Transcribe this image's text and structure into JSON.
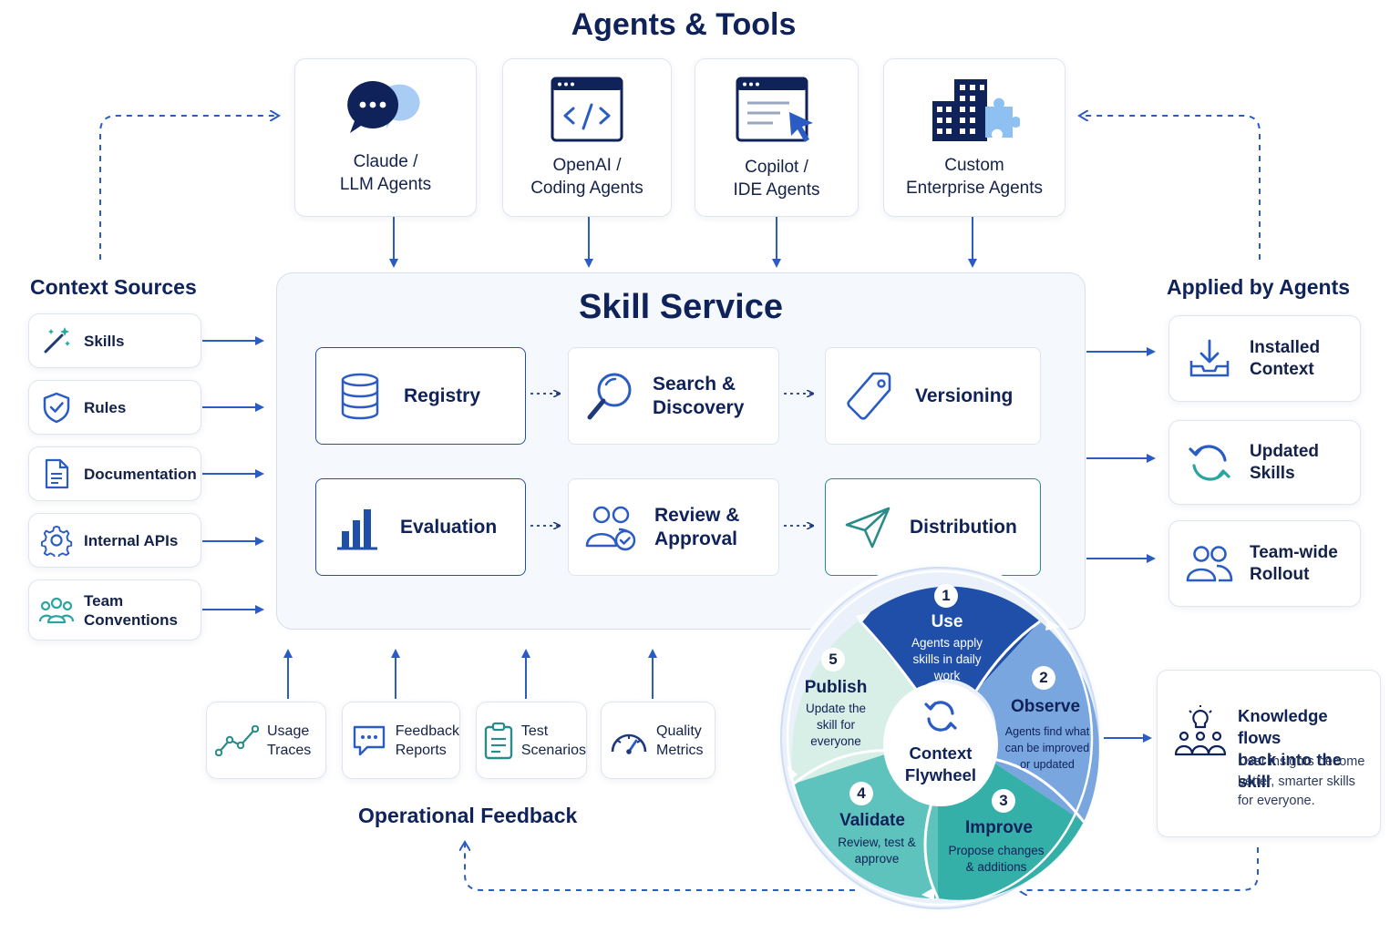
{
  "header": {
    "title": "Agents & Tools"
  },
  "agents": [
    {
      "label_line1": "Claude /",
      "label_line2": "LLM Agents",
      "icon": "chat-bubbles-icon"
    },
    {
      "label_line1": "OpenAI /",
      "label_line2": "Coding Agents",
      "icon": "code-window-icon"
    },
    {
      "label_line1": "Copilot /",
      "label_line2": "IDE Agents",
      "icon": "cursor-window-icon"
    },
    {
      "label_line1": "Custom",
      "label_line2": "Enterprise Agents",
      "icon": "building-puzzle-icon"
    }
  ],
  "context_sources": {
    "title": "Context Sources",
    "items": [
      {
        "label": "Skills",
        "icon": "magic-wand-icon"
      },
      {
        "label": "Rules",
        "icon": "shield-check-icon"
      },
      {
        "label": "Documentation",
        "icon": "document-icon"
      },
      {
        "label": "Internal APIs",
        "icon": "gear-icon"
      },
      {
        "label_line1": "Team",
        "label_line2": "Conventions",
        "icon": "team-icon"
      }
    ]
  },
  "skill_service": {
    "title": "Skill Service",
    "modules": [
      {
        "label": "Registry",
        "icon": "database-icon"
      },
      {
        "label_line1": "Search &",
        "label_line2": "Discovery",
        "icon": "magnifier-icon"
      },
      {
        "label": "Versioning",
        "icon": "tag-icon"
      },
      {
        "label": "Evaluation",
        "icon": "bar-chart-icon"
      },
      {
        "label_line1": "Review &",
        "label_line2": "Approval",
        "icon": "users-check-icon"
      },
      {
        "label": "Distribution",
        "icon": "paper-plane-icon"
      }
    ]
  },
  "applied": {
    "title": "Applied by Agents",
    "items": [
      {
        "label_line1": "Installed",
        "label_line2": "Context",
        "icon": "download-tray-icon"
      },
      {
        "label_line1": "Updated",
        "label_line2": "Skills",
        "icon": "refresh-icon"
      },
      {
        "label_line1": "Team-wide",
        "label_line2": "Rollout",
        "icon": "people-icon"
      }
    ]
  },
  "feedback": {
    "title": "Operational Feedback",
    "items": [
      {
        "label_line1": "Usage",
        "label_line2": "Traces",
        "icon": "line-graph-icon"
      },
      {
        "label_line1": "Feedback",
        "label_line2": "Reports",
        "icon": "speech-bubble-icon"
      },
      {
        "label_line1": "Test",
        "label_line2": "Scenarios",
        "icon": "clipboard-icon"
      },
      {
        "label_line1": "Quality",
        "label_line2": "Metrics",
        "icon": "gauge-icon"
      }
    ]
  },
  "flywheel": {
    "center_line1": "Context",
    "center_line2": "Flywheel",
    "steps": [
      {
        "num": "1",
        "title": "Use",
        "desc1": "Agents apply",
        "desc2": "skills in daily",
        "desc3": "work"
      },
      {
        "num": "2",
        "title": "Observe",
        "desc1": "Agents find what",
        "desc2": "can be improved",
        "desc3": "or updated"
      },
      {
        "num": "3",
        "title": "Improve",
        "desc1": "Propose changes",
        "desc2": "& additions"
      },
      {
        "num": "4",
        "title": "Validate",
        "desc1": "Review, test &",
        "desc2": "approve"
      },
      {
        "num": "5",
        "title": "Publish",
        "desc1": "Update the",
        "desc2": "skill for",
        "desc3": "everyone"
      }
    ],
    "colors": {
      "use": "#1f4fa8",
      "observe": "#7aa6df",
      "improve": "#3bb4ae",
      "validate": "#5fc3bd",
      "publish": "#d9efe8"
    }
  },
  "knowledge": {
    "title_line1": "Knowledge flows",
    "title_line2": "back into the skill",
    "desc1": "User insights become",
    "desc2": "better, smarter skills",
    "desc3": "for everyone."
  },
  "colors": {
    "navy": "#0f2259",
    "accent": "#2b5cc4",
    "teal": "#2a8c8a"
  }
}
